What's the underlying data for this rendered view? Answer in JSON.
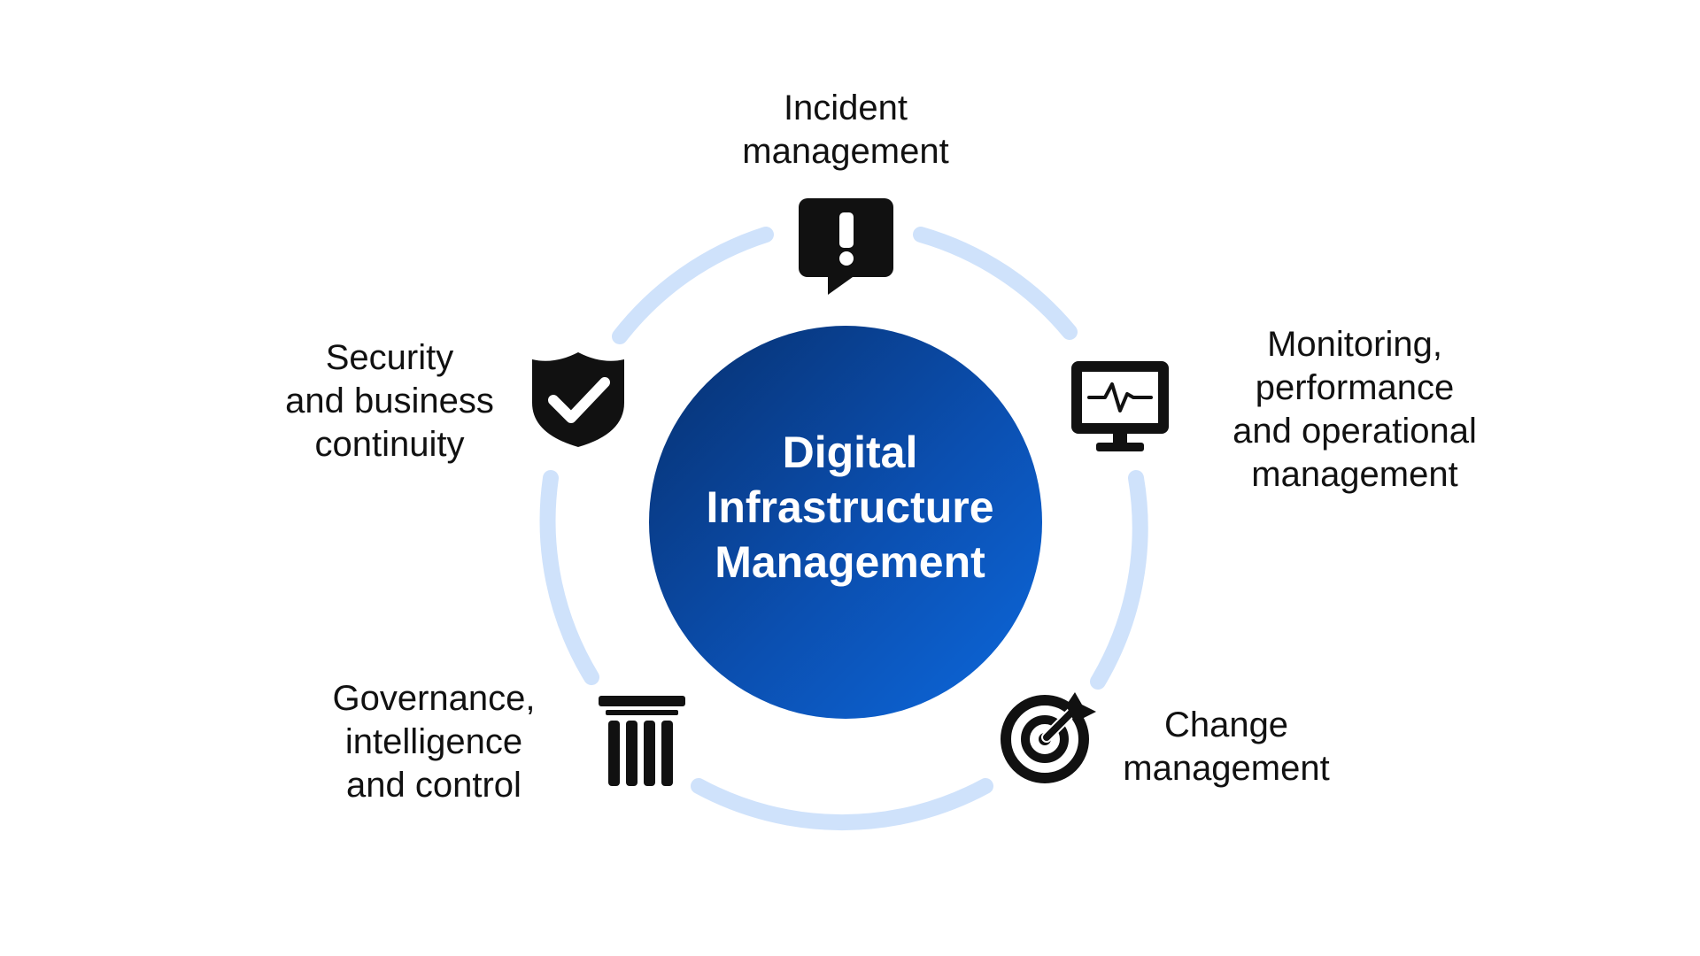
{
  "center": {
    "lines": [
      "Digital",
      "Infrastructure",
      "Management"
    ]
  },
  "items": [
    {
      "id": "incident",
      "icon": "alert-speech-bubble-icon",
      "lines": [
        "Incident",
        "management"
      ]
    },
    {
      "id": "monitoring",
      "icon": "monitor-heartbeat-icon",
      "lines": [
        "Monitoring,",
        "performance",
        "and operational",
        "management"
      ]
    },
    {
      "id": "change",
      "icon": "target-arrow-icon",
      "lines": [
        "Change",
        "management"
      ]
    },
    {
      "id": "governance",
      "icon": "pillar-icon",
      "lines": [
        "Governance,",
        "intelligence",
        "and control"
      ]
    },
    {
      "id": "security",
      "icon": "shield-check-icon",
      "lines": [
        "Security",
        "and business",
        "continuity"
      ]
    }
  ],
  "colors": {
    "ring": "#cfe2fb",
    "hub_dark": "#0a3e8f",
    "hub_light": "#0d63d6",
    "icon": "#111111",
    "text": "#111111"
  }
}
